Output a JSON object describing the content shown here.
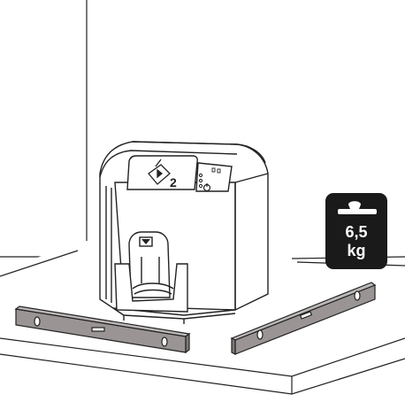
{
  "weight_badge": {
    "value": "6,5",
    "unit": "kg",
    "icon": "weight-icon"
  },
  "display_panel": {
    "digit": "2",
    "icon": "plate-insert-icon"
  },
  "status_leds": [
    "led",
    "led",
    "led"
  ],
  "spacers": [
    "left-spacer-bar",
    "right-spacer-bar"
  ],
  "colors": {
    "line": "#222222",
    "spacer_fill": "#9a9494",
    "badge_fill": "#1a1a1a",
    "surface": "#ffffff"
  }
}
